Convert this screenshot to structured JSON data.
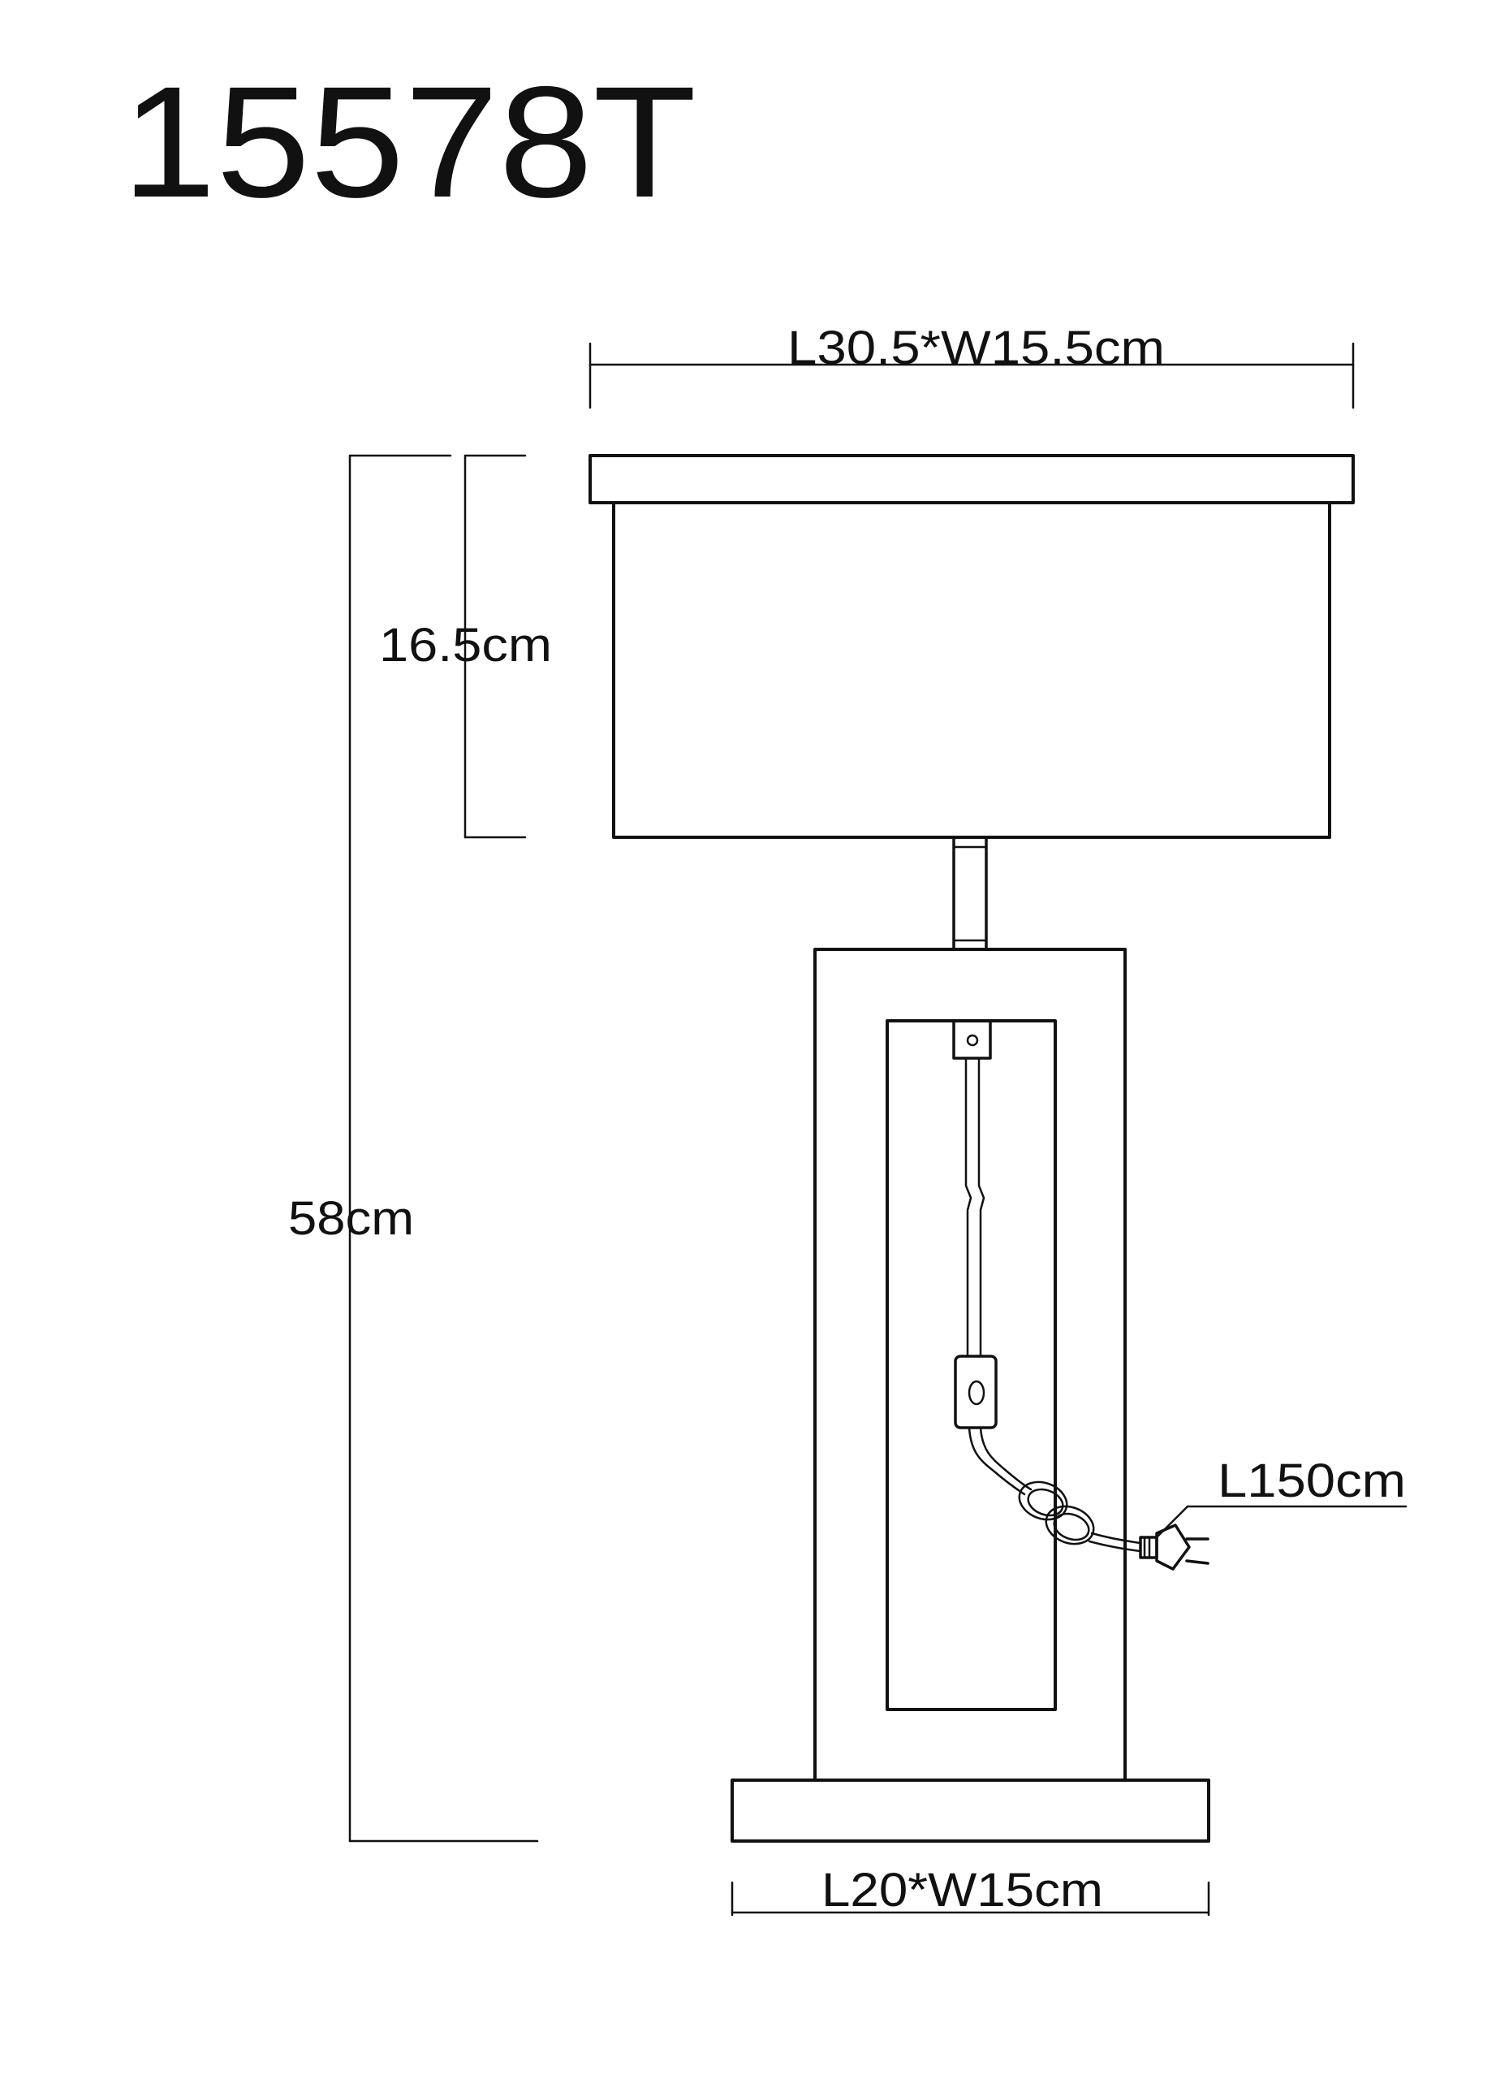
{
  "model_number": "15578T",
  "dimensions": {
    "shade": "L30.5*W15.5cm",
    "shade_height": "16.5cm",
    "total_height": "58cm",
    "cable_length": "L150cm",
    "base": "L20*W15cm"
  },
  "colors": {
    "line": "#111111",
    "background": "#ffffff"
  }
}
